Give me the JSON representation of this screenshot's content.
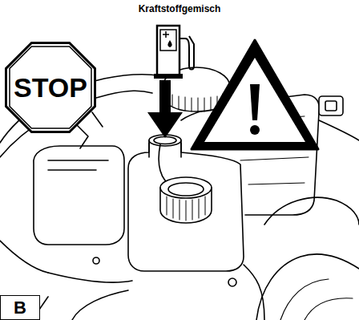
{
  "diagram": {
    "nodes": [
      {
        "text": [
          "STOP"
        ]
      },
      {
        "text": [
          "B"
        ]
      }
    ],
    "labels": [
      "Kraftstoffgemisch"
    ]
  }
}
